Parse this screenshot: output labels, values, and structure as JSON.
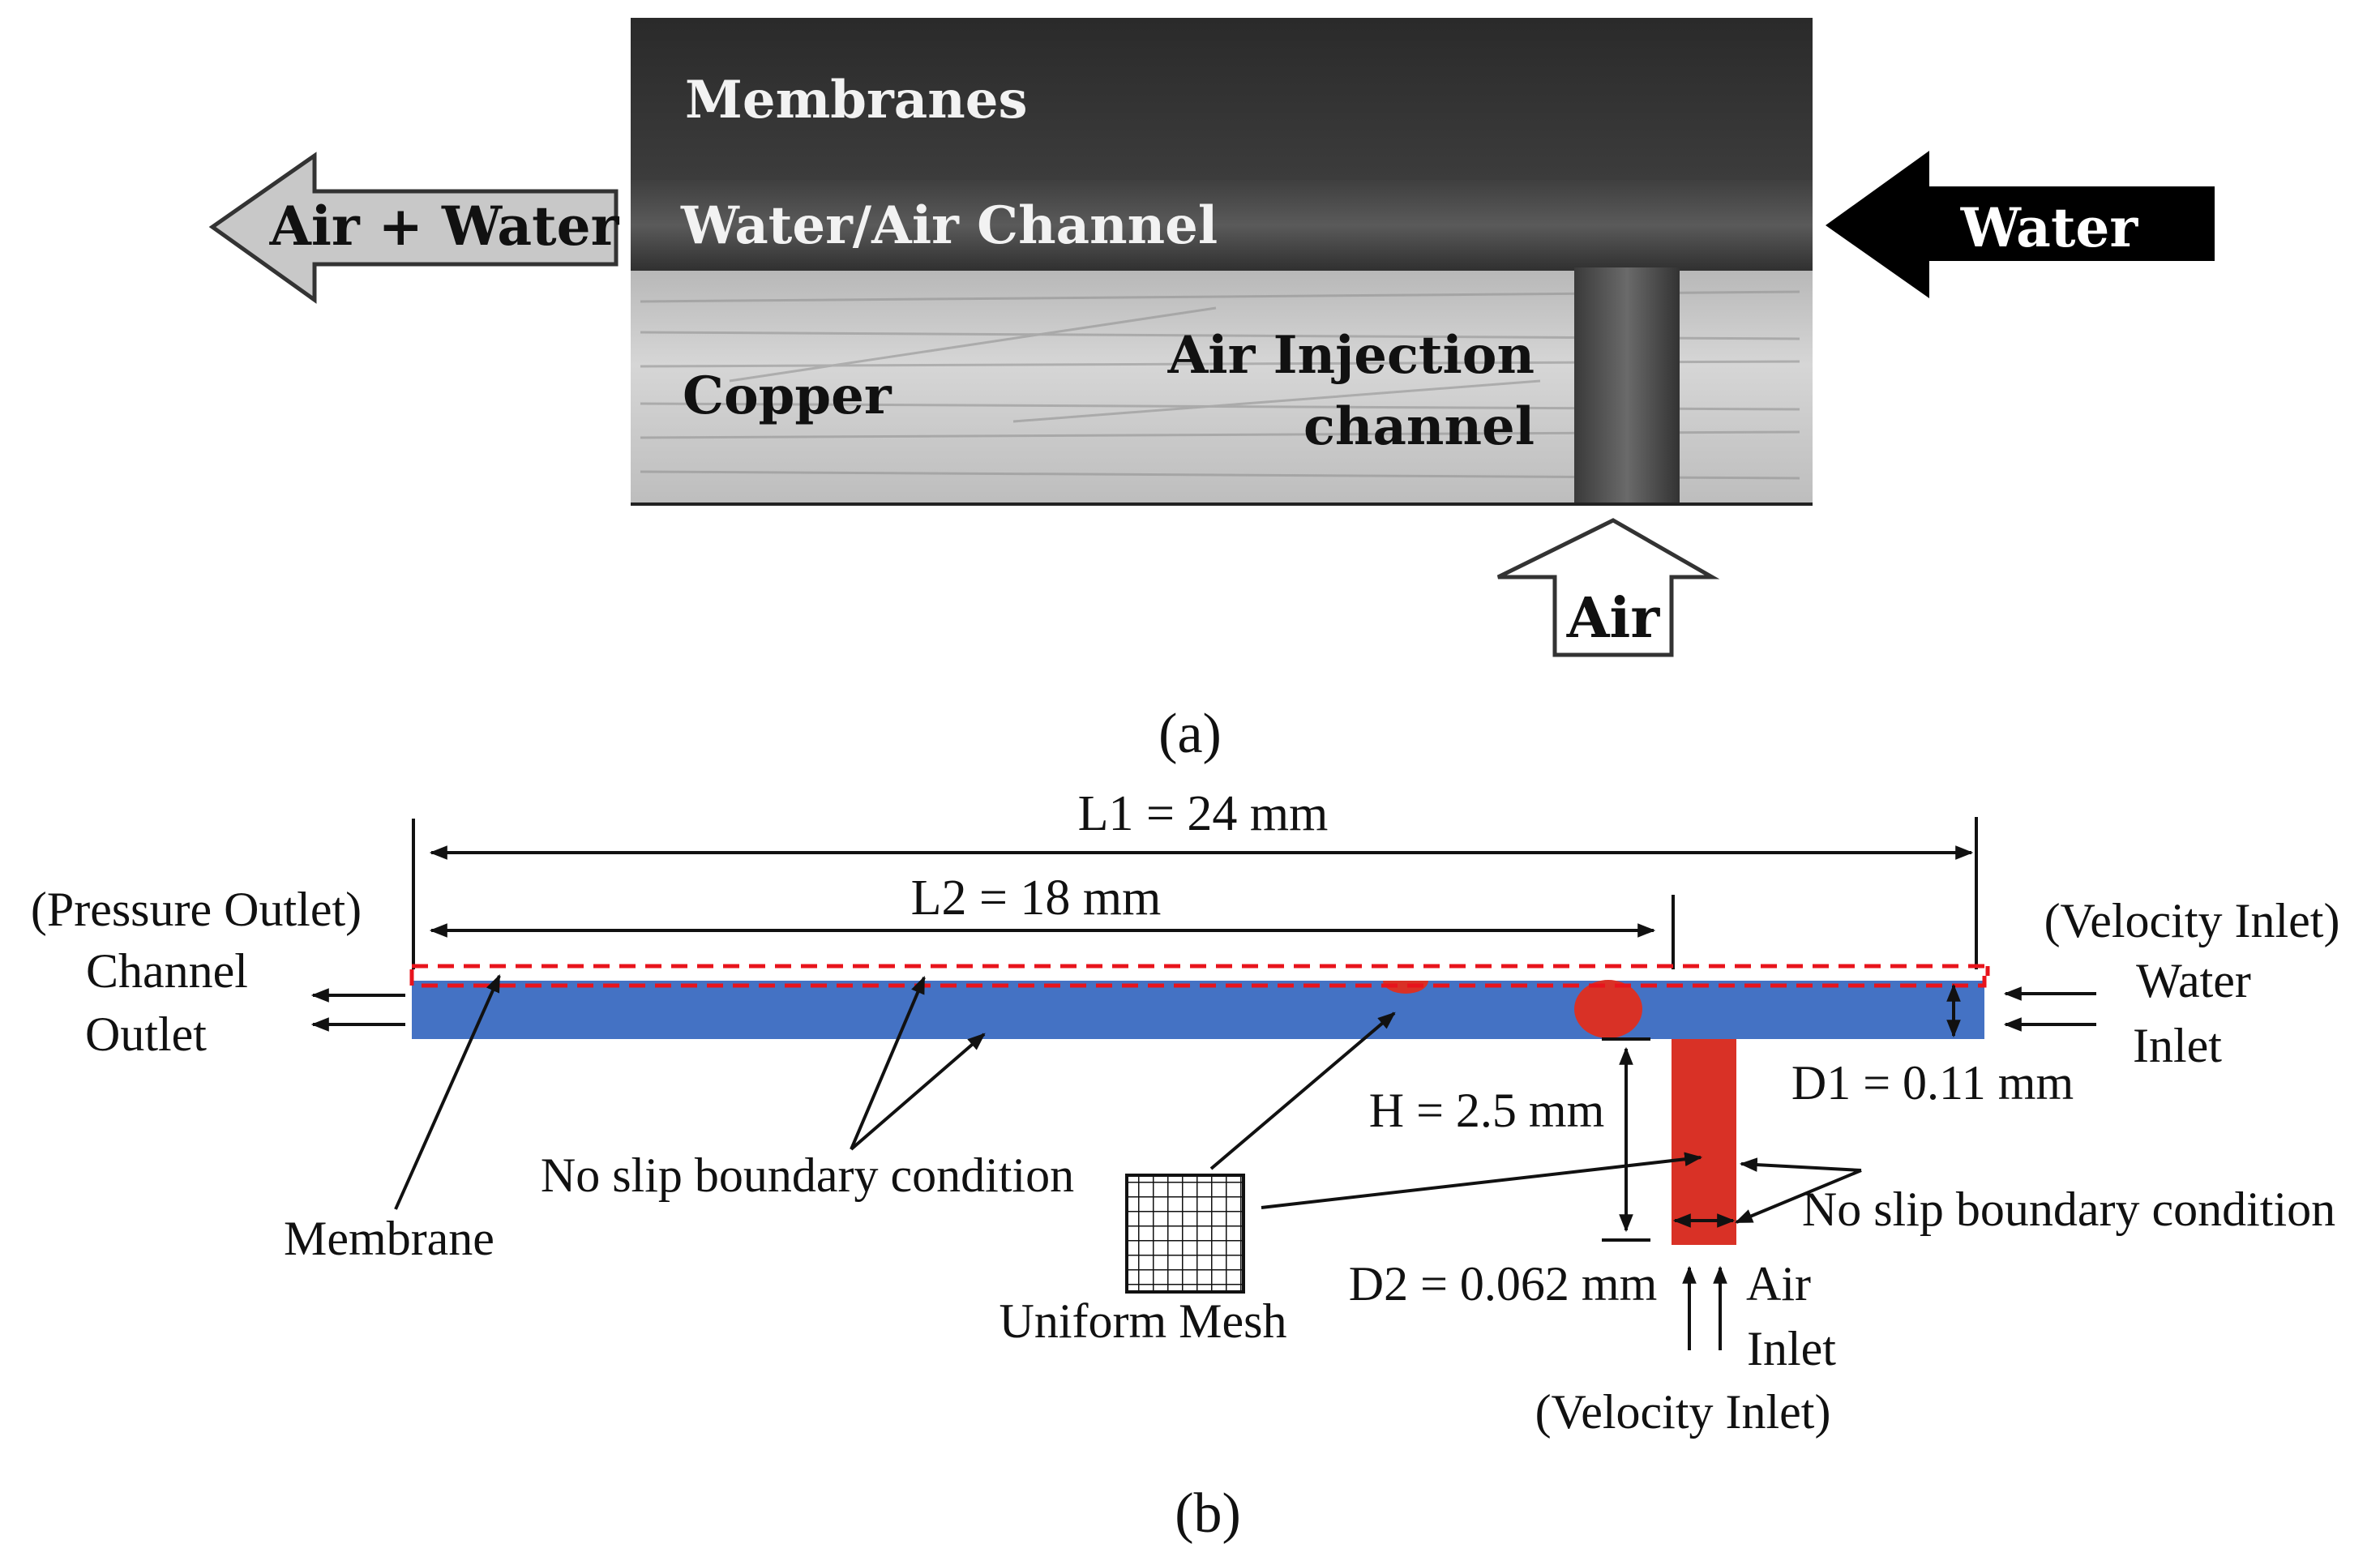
{
  "panel_a": {
    "label": "(a)",
    "photo_labels": {
      "membranes": "Membranes",
      "channel": "Water/Air Channel",
      "copper": "Copper",
      "injection_line1": "Air Injection",
      "injection_line2": "channel"
    },
    "arrows": {
      "outlet": "Air + Water",
      "water_in": "Water",
      "air_in": "Air"
    }
  },
  "panel_b": {
    "label": "(b)",
    "dimensions": {
      "l1": "L1 = 24 mm",
      "l2": "L2 = 18 mm",
      "h": "H = 2.5 mm",
      "d1": "D1 = 0.11 mm",
      "d2": "D2 = 0.062 mm"
    },
    "outlet": {
      "line1": "(Pressure Outlet)",
      "line2": "Channel",
      "line3": "Outlet"
    },
    "water_inlet": {
      "line1": "(Velocity Inlet)",
      "line2": "Water",
      "line3": "Inlet"
    },
    "air_inlet": {
      "line1": "Air",
      "line2": "Inlet",
      "line3": "(Velocity Inlet)"
    },
    "annotations": {
      "no_slip_left": "No slip boundary condition",
      "no_slip_right": "No slip boundary condition",
      "membrane": "Membrane",
      "uniform_mesh": "Uniform Mesh"
    }
  },
  "colors": {
    "channel_blue": "#4472c4",
    "injection_red": "#d93126",
    "dash_red": "#e8141c",
    "arrow_grey": "#c8c8c8",
    "arrow_black": "#000000"
  }
}
